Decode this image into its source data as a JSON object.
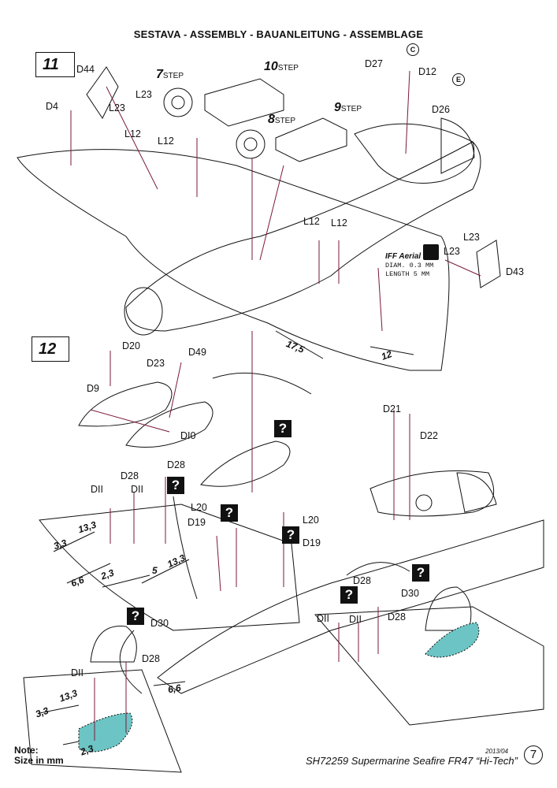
{
  "header": {
    "title": "SESTAVA -  ASSEMBLY - BAUANLEITUNG - ASSEMBLAGE"
  },
  "steps": {
    "s11": "11",
    "s12": "12",
    "s7": "7",
    "s8": "8",
    "s9": "9",
    "s10": "10",
    "step_word": "STEP"
  },
  "parts_step11": {
    "D44": "D44",
    "D4": "D4",
    "L23a": "L23",
    "L23b": "L23",
    "L12a": "L12",
    "L12b": "L12",
    "D27": "D27",
    "D12": "D12",
    "D26": "D26",
    "L12c": "L12",
    "L12d": "L12",
    "L23c": "L23",
    "L23d": "L23",
    "D43": "D43",
    "C": "C",
    "E": "E"
  },
  "iff": {
    "title": "IFF Aerial",
    "diam": "DIAM. 0.3 MM",
    "length": "LENGTH 5 MM"
  },
  "dims_step11": {
    "d1": "17,5",
    "d2": "12"
  },
  "parts_step12": {
    "D20": "D20",
    "D49": "D49",
    "D23": "D23",
    "D9": "D9",
    "D10": "DI0",
    "D21": "D21",
    "D22": "D22",
    "D11a": "DII",
    "D28a": "D28",
    "D11b": "DII",
    "D28b": "D28",
    "L20a": "L20",
    "D19a": "D19",
    "L20b": "L20",
    "D19b": "D19",
    "D28c": "D28",
    "D30a": "D30",
    "D11c": "DII",
    "D11d": "DII",
    "D28d": "D28",
    "D30b": "D30",
    "D11e": "DII",
    "D28e": "D28"
  },
  "dims_step12": {
    "a": "3,3",
    "b": "13,3",
    "c": "6,6",
    "d": "2,3",
    "e": "5",
    "f": "13,3",
    "g": "3,3",
    "h": "13,3",
    "i": "2,3",
    "j": "6,6"
  },
  "question_mark": "?",
  "note": {
    "line1": "Note:",
    "line2": "Size in mm"
  },
  "footer": {
    "title": "SH72259 Supermarine Seafire FR47 “Hi-Tech”",
    "date": "2013/04",
    "page": "7"
  },
  "colors": {
    "highlight": "#6cc4c4",
    "line": "#111111",
    "guide": "#7a1a3a"
  }
}
